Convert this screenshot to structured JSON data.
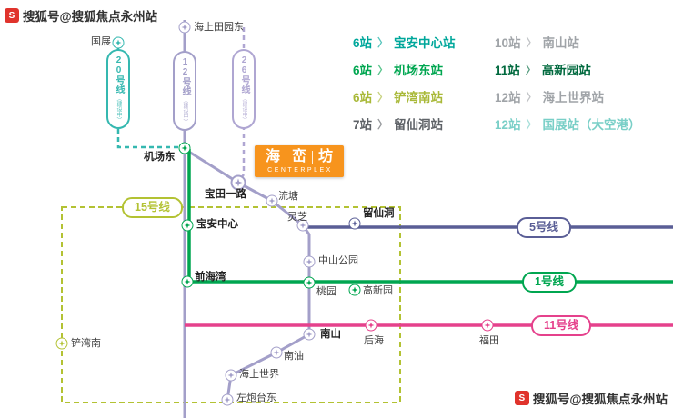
{
  "watermark": {
    "logo_char": "S",
    "text": "搜狐号@搜狐焦点永州站"
  },
  "colors": {
    "line1": "#00a650",
    "line5": "#5a5e96",
    "line11": "#e5418c",
    "line12": "#a39fc9",
    "line15": "#b3c233",
    "line20": "#35b8b0",
    "line26": "#afa6d2",
    "highlight": "#f7941d"
  },
  "legend": {
    "separator": "〉",
    "columns": [
      {
        "rows": [
          {
            "count": "6站",
            "station": "宝安中心站",
            "color": "#00a79b"
          },
          {
            "count": "6站",
            "station": "机场东站",
            "color": "#00a650"
          },
          {
            "count": "6站",
            "station": "铲湾南站",
            "color": "#a9b939"
          },
          {
            "count": "7站",
            "station": "留仙洞站",
            "color": "#5f6368"
          }
        ]
      },
      {
        "rows": [
          {
            "count": "10站",
            "station": "南山站",
            "color": "#a0a4a8"
          },
          {
            "count": "11站",
            "station": "高新园站",
            "color": "#00693e"
          },
          {
            "count": "12站",
            "station": "海上世界站",
            "color": "#a0a4a8"
          },
          {
            "count": "12站",
            "station": "国展站（大空港）",
            "color": "#79cfc7"
          }
        ]
      }
    ]
  },
  "line_badges": {
    "l20": {
      "label": "20号线",
      "sub": "（建设中）"
    },
    "l12": {
      "label": "12号线",
      "sub": "（建设中）"
    },
    "l26": {
      "label": "26号线",
      "sub": "（建设中）"
    },
    "l15": {
      "label": "15号线"
    },
    "l5": {
      "label": "5号线"
    },
    "l1": {
      "label": "1号线"
    },
    "l11": {
      "label": "11号线"
    }
  },
  "project": {
    "chars": [
      "海",
      "峦",
      "坊"
    ],
    "subtitle": "CENTERPLEX"
  },
  "stations": [
    {
      "label": "国展"
    },
    {
      "label": "海上田园东"
    },
    {
      "label": "机场东"
    },
    {
      "label": "宝田一路"
    },
    {
      "label": "流塘"
    },
    {
      "label": "灵芝"
    },
    {
      "label": "留仙洞"
    },
    {
      "label": "宝安中心"
    },
    {
      "label": "中山公园"
    },
    {
      "label": "前海湾"
    },
    {
      "label": "桃园"
    },
    {
      "label": "高新园"
    },
    {
      "label": "南山"
    },
    {
      "label": "后海"
    },
    {
      "label": "福田"
    },
    {
      "label": "南油"
    },
    {
      "label": "海上世界"
    },
    {
      "label": "左炮台东"
    },
    {
      "label": "铲湾南"
    }
  ]
}
